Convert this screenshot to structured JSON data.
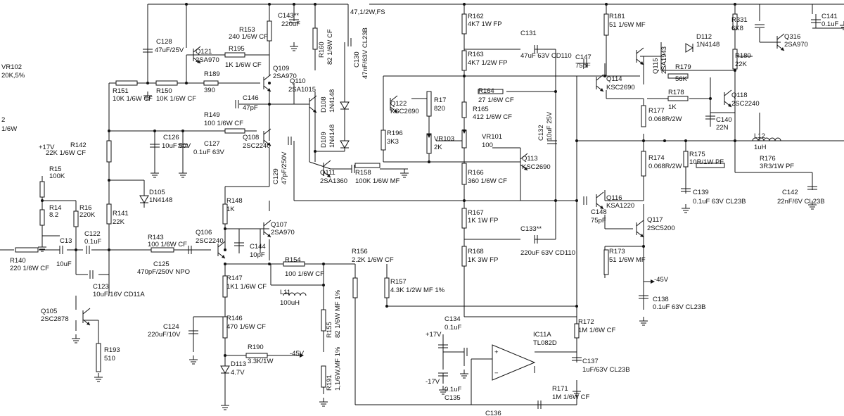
{
  "supplies": {
    "plus17_left": "+17V",
    "plus17_opamp": "+17V",
    "minus17_opamp": "-17V",
    "minus45_left": "-45V",
    "minus45_right": "-45V"
  },
  "resistors": [
    {
      "id": "R140",
      "value": "220 1/6W CF"
    },
    {
      "id": "R151",
      "value": "10K 1/6W CF"
    },
    {
      "id": "R150",
      "value": "10K 1/6W CF"
    },
    {
      "id": "R189",
      "value": "390"
    },
    {
      "id": "R195",
      "value": "1K 1/6W CF"
    },
    {
      "id": "R153",
      "value": "240 1/6W CF"
    },
    {
      "id": "R149",
      "value": "100 1/6W CF"
    },
    {
      "id": "R142",
      "value": "22K 1/6W CF"
    },
    {
      "id": "R15",
      "value": "100K"
    },
    {
      "id": "R14",
      "value": "8.2"
    },
    {
      "id": "R16",
      "value": "220K"
    },
    {
      "id": "R141",
      "value": "22K"
    },
    {
      "id": "R143",
      "value": "100 1/6W CF"
    },
    {
      "id": "R148",
      "value": "1K"
    },
    {
      "id": "R147",
      "value": "1K1 1/6W CF"
    },
    {
      "id": "R146",
      "value": "470 1/6W CF"
    },
    {
      "id": "R190",
      "value": "3.3K/1W"
    },
    {
      "id": "R193",
      "value": "510"
    },
    {
      "id": "R154",
      "value": "100 1/6W CF"
    },
    {
      "id": "R155",
      "value": "82 1/6W MF 1%"
    },
    {
      "id": "R191",
      "value": "1,1/6W,MF 1%"
    },
    {
      "id": "R156",
      "value": "2.2K 1/6W CF"
    },
    {
      "id": "R157",
      "value": "4.3K 1/2W MF 1%"
    },
    {
      "id": "R160",
      "value": "82 1/6W CF"
    },
    {
      "id": "R158",
      "value": "100K 1/6W MF"
    },
    {
      "id": "R196",
      "value": "3K3"
    },
    {
      "id": "R17",
      "value": "820"
    },
    {
      "id": "R162",
      "value": "4K7 1W FP"
    },
    {
      "id": "R163",
      "value": "4K7 1/2W FP"
    },
    {
      "id": "R164",
      "value": "27 1/6W CF"
    },
    {
      "id": "R165",
      "value": "412 1/6W CF"
    },
    {
      "id": "R166",
      "value": "360 1/6W CF"
    },
    {
      "id": "R167",
      "value": "1K 1W FP"
    },
    {
      "id": "R168",
      "value": "1K 3W FP"
    },
    {
      "id": "R181",
      "value": "51 1/6W MF"
    },
    {
      "id": "R173",
      "value": "51 1/6W MF"
    },
    {
      "id": "R177",
      "value": "0.068R/2W"
    },
    {
      "id": "R174",
      "value": "0.068R/2W"
    },
    {
      "id": "R178",
      "value": "1K"
    },
    {
      "id": "R179",
      "value": "56K"
    },
    {
      "id": "R180",
      "value": "22K"
    },
    {
      "id": "R331",
      "value": "6K8"
    },
    {
      "id": "R175",
      "value": "10R/1W PF"
    },
    {
      "id": "R176",
      "value": "3R3/1W PF"
    },
    {
      "id": "R172",
      "value": "1M 1/6W CF"
    },
    {
      "id": "R171",
      "value": "1M 1/6W CF"
    },
    {
      "id": "R_top",
      "value": "47,1/2W,FS"
    }
  ],
  "capacitors": [
    {
      "id": "C128",
      "value": "47uF/25V"
    },
    {
      "id": "C143**",
      "value": "220uF"
    },
    {
      "id": "C146",
      "value": "47pF"
    },
    {
      "id": "C126",
      "value": "10uF 50V"
    },
    {
      "id": "C127",
      "value": "0.1uF 63V"
    },
    {
      "id": "C13",
      "value": "10uF"
    },
    {
      "id": "C122",
      "value": "0.1uF"
    },
    {
      "id": "C123",
      "value": "10uF/16V CD11A"
    },
    {
      "id": "C125",
      "value": "470pF/250V NPO"
    },
    {
      "id": "C144",
      "value": "10pF"
    },
    {
      "id": "C124",
      "value": "220uF/10V"
    },
    {
      "id": "C129",
      "value": "47pF/250V"
    },
    {
      "id": "C130",
      "value": "47nF/63V CL23B"
    },
    {
      "id": "C131",
      "value": "47uF 63V CD110"
    },
    {
      "id": "C132",
      "value": "10uF 25V"
    },
    {
      "id": "C133**",
      "value": "220uF 63V CD110"
    },
    {
      "id": "C147",
      "value": "75pF"
    },
    {
      "id": "C148",
      "value": "75pF"
    },
    {
      "id": "C140",
      "value": "22N"
    },
    {
      "id": "C139",
      "value": "0.1uF 63V CL23B"
    },
    {
      "id": "C142",
      "value": "22nF/6V CL23B"
    },
    {
      "id": "C138",
      "value": "0.1uF 63V CL23B"
    },
    {
      "id": "C141",
      "value": "0.1uF"
    },
    {
      "id": "C134",
      "value": "0.1uF"
    },
    {
      "id": "C135",
      "value": "0.1uF"
    },
    {
      "id": "C137",
      "value": "1uF/63V CL23B"
    },
    {
      "id": "C136",
      "value": ""
    }
  ],
  "transistors": [
    {
      "id": "Q121",
      "value": "2SA970"
    },
    {
      "id": "Q109",
      "value": "2SA970"
    },
    {
      "id": "Q110",
      "value": "2SA1015"
    },
    {
      "id": "Q108",
      "value": "2SC2240"
    },
    {
      "id": "Q106",
      "value": "2SC2240"
    },
    {
      "id": "Q107",
      "value": "2SA970"
    },
    {
      "id": "Q105",
      "value": "2SC2878"
    },
    {
      "id": "Q111",
      "value": "2SA1360"
    },
    {
      "id": "Q122",
      "value": "KSC2690"
    },
    {
      "id": "Q113",
      "value": "KSC2690"
    },
    {
      "id": "Q114",
      "value": "KSC2690"
    },
    {
      "id": "Q115",
      "value": "2SA1943"
    },
    {
      "id": "Q116",
      "value": "KSA1220"
    },
    {
      "id": "Q117",
      "value": "2SC5200"
    },
    {
      "id": "Q118",
      "value": "2SC2240"
    },
    {
      "id": "Q316",
      "value": "2SA970"
    }
  ],
  "diodes": [
    {
      "id": "D105",
      "value": "1N4148"
    },
    {
      "id": "D108",
      "value": "1N4148"
    },
    {
      "id": "D109",
      "value": "1N4148"
    },
    {
      "id": "D112",
      "value": "1N4148"
    },
    {
      "id": "D113",
      "value": "4.7V"
    }
  ],
  "others": [
    {
      "id": "VR102",
      "value": "20K,5%"
    },
    {
      "id": "VR103",
      "value": "2K"
    },
    {
      "id": "VR101",
      "value": "100"
    },
    {
      "id": "L11",
      "value": "100uH"
    },
    {
      "id": "L12",
      "value": "1uH"
    },
    {
      "id": "IC11A",
      "value": "TL082D"
    }
  ],
  "edge_fragments": {
    "left_top": "2",
    "left_bottom": "1/6W"
  }
}
